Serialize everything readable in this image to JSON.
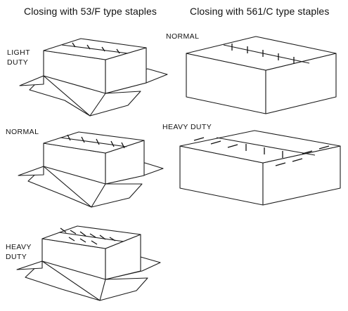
{
  "headings": {
    "left": "Closing with 53/F type staples",
    "right": "Closing with 561/C type staples"
  },
  "labels": {
    "f_light": [
      "LIGHT",
      "DUTY"
    ],
    "f_normal": "NORMAL",
    "f_heavy": [
      "HEAVY",
      "DUTY"
    ],
    "c_normal": "NORMAL",
    "c_heavy": "HEAVY DUTY"
  }
}
